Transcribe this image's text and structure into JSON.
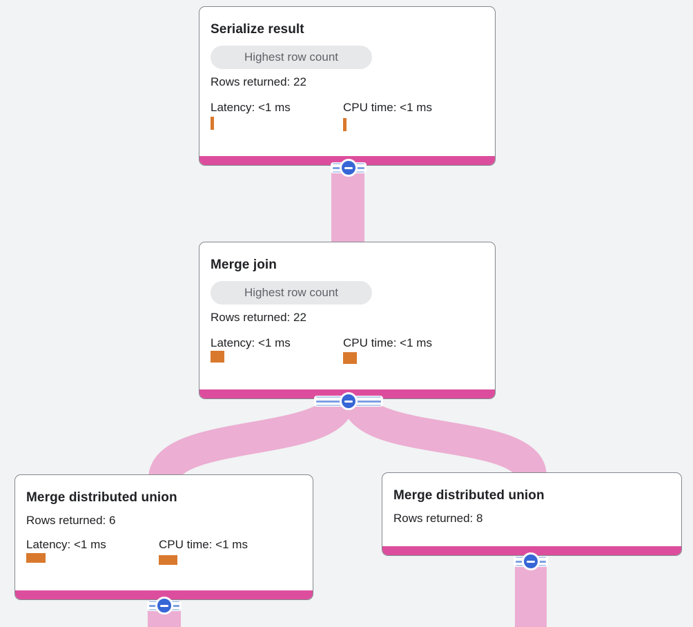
{
  "colors": {
    "background": "#F1F3F4",
    "node_border": "#83888D",
    "accent_bar": "#DC4E9D",
    "edge": "#ECAED2",
    "metric_bar": "#D9792E",
    "collapse_button": "#3767D6",
    "badge_bg": "#E7E8EA",
    "badge_text": "#5F6368",
    "title_text": "#202124",
    "body_text": "#202124"
  },
  "nodes": [
    {
      "title": "Serialize result",
      "badge": "Highest row count",
      "rows": "Rows returned: 22",
      "latency": "Latency: <1 ms",
      "cpu": "CPU time: <1 ms",
      "latency_bar_style": "left:16px;top:159px;width:5px;height:19px",
      "cpu_bar_style": "left:208px;top:161px;width:5px;height:19px"
    },
    {
      "title": "Merge join",
      "badge": "Highest row count",
      "rows": "Rows returned: 22",
      "latency": "Latency: <1 ms",
      "cpu": "CPU time: <1 ms",
      "latency_bar_style": "left:16px;top:157px;width:20px;height:17px",
      "cpu_bar_style": "left:208px;top:159px;width:20px;height:17px"
    },
    {
      "title": "Merge distributed union",
      "rows": "Rows returned: 6",
      "latency": "Latency: <1 ms",
      "cpu": "CPU time: <1 ms",
      "latency_bar_style": "left:16px;top:113px;width:28px;height:14px",
      "cpu_bar_style": "left:208px;top:116px;width:27px;height:14px"
    },
    {
      "title": "Merge distributed union",
      "rows": "Rows returned: 8"
    }
  ]
}
